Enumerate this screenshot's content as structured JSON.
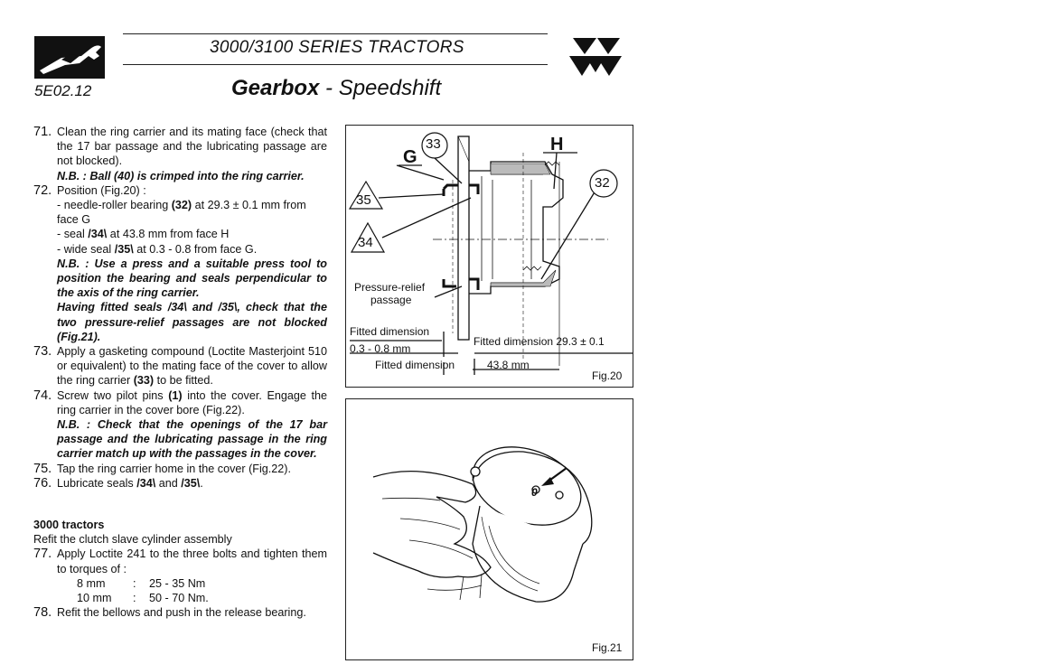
{
  "header": {
    "series": "3000/3100 SERIES TRACTORS",
    "page_code": "5E02.12",
    "title_bold": "Gearbox",
    "title_rest": " - Speedshift"
  },
  "steps": {
    "s71": {
      "num": "71.",
      "text": "Clean the ring carrier and its mating face (check that the 17 bar passage and the lubricating passage are not blocked).",
      "nb": "N.B. : Ball (40) is crimped into the ring carrier."
    },
    "s72": {
      "num": "72.",
      "text": "Position (Fig.20) :",
      "a1": "- needle-roller bearing ",
      "a2": "(32)",
      "a3": " at 29.3 ± 0.1 mm from face G",
      "b1": "- seal ",
      "b2": "/34\\",
      "b3": " at 43.8 mm from face H",
      "c1": "- wide seal ",
      "c2": "/35\\",
      "c3": " at 0.3 - 0.8 from face G.",
      "nb1": "N.B. : Use a press and a suitable press tool to position the bearing and seals perpendicular to the axis of the ring carrier.",
      "nb2": "Having fitted seals /34\\ and /35\\, check that the two pressure-relief passages are not blocked (Fig.21)."
    },
    "s73": {
      "num": "73.",
      "t1": "Apply a gasketing compound (Loctite Masterjoint 510 or equivalent) to the mating face of the cover to allow the ring carrier ",
      "t2": "(33)",
      "t3": " to be fitted."
    },
    "s74": {
      "num": "74.",
      "t1": "Screw two pilot pins ",
      "t2": "(1)",
      "t3": " into the cover. Engage the ring carrier in the cover bore (Fig.22).",
      "nb": "N.B. : Check that the openings of the 17 bar passage and the lubricating passage in the ring carrier match up with the passages in the cover."
    },
    "s75": {
      "num": "75.",
      "text": "Tap the ring carrier home in the cover (Fig.22)."
    },
    "s76": {
      "num": "76.",
      "t1": "Lubricate seals ",
      "t2": "/34\\",
      "t3": " and ",
      "t4": "/35\\",
      "t5": "."
    },
    "section": "3000 tractors",
    "section_sub": "Refit the clutch slave cylinder assembly",
    "s77": {
      "num": "77.",
      "text": "Apply Loctite 241 to the three bolts and tighten them to torques of :",
      "r1a": "8 mm",
      ":": ":",
      "r1b": "25 - 35 Nm",
      "r2a": "10 mm",
      "r2b": "50 - 70 Nm."
    },
    "s78": {
      "num": "78.",
      "text": "Refit the bellows and push in the release bearing."
    }
  },
  "fig20": {
    "caption": "Fig.20",
    "G": "G",
    "H": "H",
    "c33": "33",
    "c32": "32",
    "c35": "35",
    "c34": "34",
    "pr1": "Pressure-relief",
    "pr2": "passage",
    "fd1": "Fitted dimension",
    "fd1v": "0.3 - 0.8 mm",
    "fd2": "Fitted dimension 29.3 ± 0.1",
    "fd3": "Fitted dimension",
    "fd3v": "43.8 mm"
  },
  "fig21": {
    "caption": "Fig.21",
    "mark": "0"
  }
}
